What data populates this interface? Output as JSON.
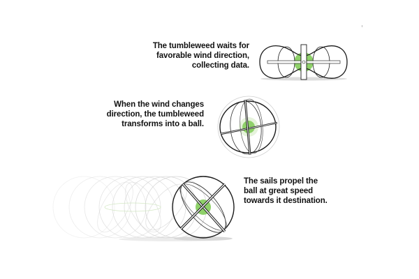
{
  "steps": [
    {
      "lines": [
        "The tumbleweed waits for",
        "favorable wind direction,",
        "collecting data."
      ]
    },
    {
      "lines": [
        "When the wind changes",
        "direction, the tumbleweed",
        "transforms into a ball."
      ]
    },
    {
      "lines": [
        "The sails propel the",
        "ball at great speed",
        "towards it destination."
      ]
    }
  ],
  "colors": {
    "core": "#8fd16a",
    "outline": "#1a1a1a",
    "ghost": "#cfcfcf",
    "shadow": "#dcdcdc"
  }
}
